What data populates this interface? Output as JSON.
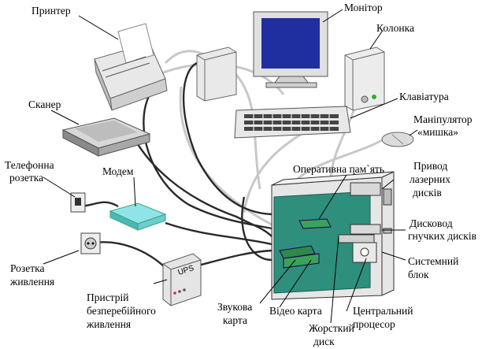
{
  "labels": {
    "printer": "Принтер",
    "monitor": "Монітор",
    "speaker": "Колонка",
    "scanner": "Сканер",
    "keyboard": "Клавіатура",
    "mouse_1": "Маніпулятор",
    "mouse_2": "«мишка»",
    "phone_socket_1": "Телефонна",
    "phone_socket_2": "розетка",
    "modem": "Модем",
    "ram": "Оперативна пам`ять",
    "cdrom_1": "Привод",
    "cdrom_2": "лазерних",
    "cdrom_3": "дисків",
    "floppy_1": "Дисковод",
    "floppy_2": "гнучких дисків",
    "system_unit_1": "Системний",
    "system_unit_2": "блок",
    "power_socket_1": "Розетка",
    "power_socket_2": "живлення",
    "ups_1": "Пристрій",
    "ups_2": "безперебійного",
    "ups_3": "живлення",
    "sound_1": "Звукова",
    "sound_2": "карта",
    "video": "Відео карта",
    "cpu_1": "Центральний",
    "cpu_2": "процесор",
    "hdd_1": "Жорсткий",
    "hdd_2": "диск"
  },
  "ups_badge": "UPS",
  "icons": [
    "printer-icon",
    "monitor-icon",
    "speaker-icon",
    "scanner-icon",
    "keyboard-icon",
    "mouse-icon",
    "phone-socket-icon",
    "modem-icon",
    "power-socket-icon",
    "ups-icon",
    "system-unit-icon"
  ],
  "colors": {
    "screen": "#1f2fa0",
    "board": "#2e8f7c",
    "card": "#3aa35a",
    "modem": "#8fe4e8",
    "case": "#e6e6e6"
  }
}
